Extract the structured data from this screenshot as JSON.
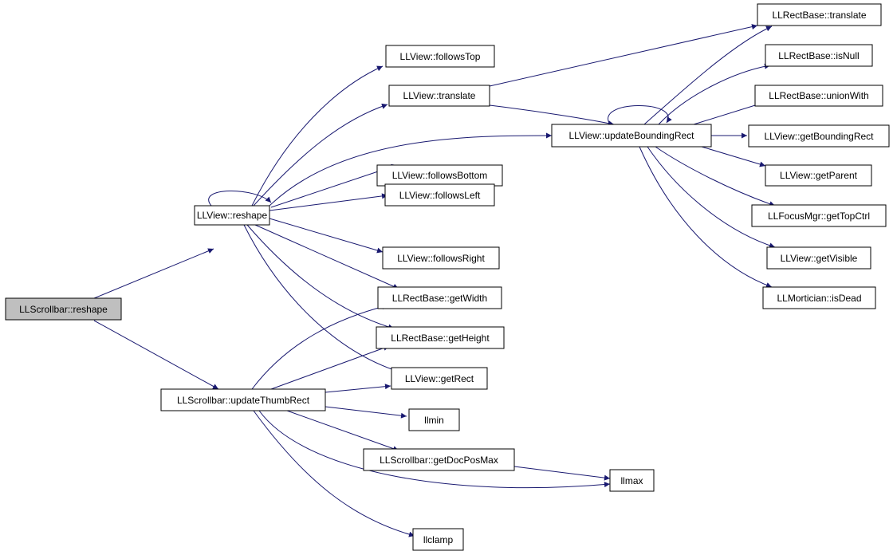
{
  "colors": {
    "edge": "#191970",
    "node_fill": "#ffffff",
    "root_fill": "#bfbfbf",
    "border": "#000000"
  },
  "nodes": {
    "root": "LLScrollbar::reshape",
    "reshape": "LLView::reshape",
    "updateThumb": "LLScrollbar::updateThumbRect",
    "followsTop": "LLView::followsTop",
    "translate": "LLView::translate",
    "followsBottom": "LLView::followsBottom",
    "followsLeft": "LLView::followsLeft",
    "followsRight": "LLView::followsRight",
    "getWidth": "LLRectBase::getWidth",
    "getHeight": "LLRectBase::getHeight",
    "getRect": "LLView::getRect",
    "llmin": "llmin",
    "getDocPosMax": "LLScrollbar::getDocPosMax",
    "llmax": "llmax",
    "llclamp": "llclamp",
    "updateBR": "LLView::updateBoundingRect",
    "rbTranslate": "LLRectBase::translate",
    "isNull": "LLRectBase::isNull",
    "unionWith": "LLRectBase::unionWith",
    "getBR": "LLView::getBoundingRect",
    "getParent": "LLView::getParent",
    "getTopCtrl": "LLFocusMgr::getTopCtrl",
    "getVisible": "LLView::getVisible",
    "isDead": "LLMortician::isDead"
  },
  "edges": [
    [
      "root",
      "reshape"
    ],
    [
      "root",
      "updateThumb"
    ],
    [
      "reshape",
      "reshape"
    ],
    [
      "reshape",
      "followsTop"
    ],
    [
      "reshape",
      "translate"
    ],
    [
      "reshape",
      "updateBR"
    ],
    [
      "reshape",
      "followsBottom"
    ],
    [
      "reshape",
      "followsLeft"
    ],
    [
      "reshape",
      "followsRight"
    ],
    [
      "reshape",
      "getWidth"
    ],
    [
      "reshape",
      "getHeight"
    ],
    [
      "reshape",
      "getRect"
    ],
    [
      "translate",
      "rbTranslate"
    ],
    [
      "translate",
      "updateBR"
    ],
    [
      "updateBR",
      "updateBR"
    ],
    [
      "updateBR",
      "rbTranslate"
    ],
    [
      "updateBR",
      "isNull"
    ],
    [
      "updateBR",
      "unionWith"
    ],
    [
      "updateBR",
      "getBR"
    ],
    [
      "updateBR",
      "getParent"
    ],
    [
      "updateBR",
      "getTopCtrl"
    ],
    [
      "updateBR",
      "getVisible"
    ],
    [
      "updateBR",
      "isDead"
    ],
    [
      "updateThumb",
      "getWidth"
    ],
    [
      "updateThumb",
      "getHeight"
    ],
    [
      "updateThumb",
      "getRect"
    ],
    [
      "updateThumb",
      "llmin"
    ],
    [
      "updateThumb",
      "getDocPosMax"
    ],
    [
      "updateThumb",
      "llmax"
    ],
    [
      "updateThumb",
      "llclamp"
    ],
    [
      "getDocPosMax",
      "llmax"
    ]
  ]
}
